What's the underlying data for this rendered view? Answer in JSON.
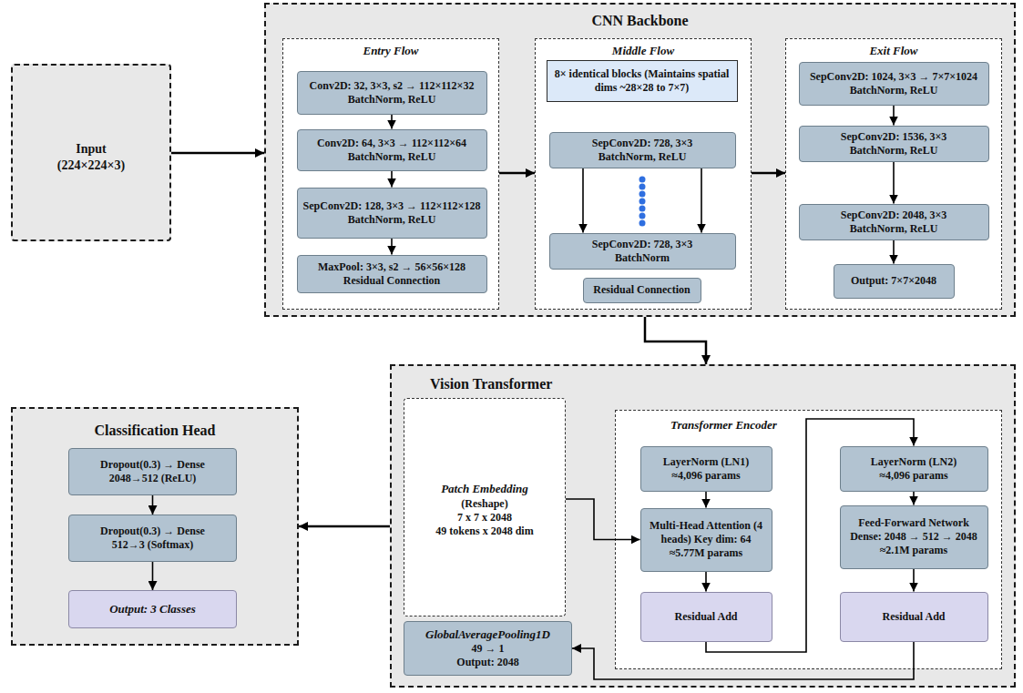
{
  "diagram": {
    "nodes": [
      {
        "text": [
          "Input (224×224×3)"
        ]
      },
      {
        "text": [
          "CNN Backbone"
        ]
      },
      {
        "text": [
          "Entry Flow"
        ],
        "in": 1
      },
      {
        "text": [
          "Conv2D: 32, 3×3, s2 → 112×112×32 BatchNorm, ReLU"
        ],
        "in": 2
      },
      {
        "text": [
          "Conv2D: 64, 3×3 → 112×112×64 BatchNorm, ReLU"
        ],
        "in": 2
      },
      {
        "text": [
          "SepConv2D: 128, 3×3 → 112×112×128 BatchNorm, ReLU"
        ],
        "in": 2
      },
      {
        "text": [
          "MaxPool: 3×3, s2 → 56×56×128 Residual Connection"
        ],
        "in": 2
      },
      {
        "text": [
          "Middle Flow"
        ],
        "in": 1
      },
      {
        "text": [
          "8× identical blocks (Maintains spatial dims ~28×28 to 7×7)"
        ],
        "in": 7
      },
      {
        "text": [
          "SepConv2D: 728, 3×3 BatchNorm, ReLU"
        ],
        "in": 7
      },
      {
        "text": [
          "SepConv2D: 728, 3×3 BatchNorm"
        ],
        "in": 7
      },
      {
        "text": [
          "Residual Connection"
        ],
        "in": 7
      },
      {
        "text": [
          "Exit Flow"
        ],
        "in": 1
      },
      {
        "text": [
          "SepConv2D: 1024, 3×3 → 7×7×1024 BatchNorm, ReLU"
        ],
        "in": 12
      },
      {
        "text": [
          "SepConv2D: 1536, 3×3 BatchNorm, ReLU"
        ],
        "in": 12
      },
      {
        "text": [
          "SepConv2D: 2048, 3×3 BatchNorm, ReLU"
        ],
        "in": 12
      },
      {
        "text": [
          "Output: 7×7×2048"
        ],
        "in": 12
      },
      {
        "text": [
          "Vision Transformer"
        ]
      },
      {
        "text": [
          "Patch Embedding",
          "(Reshape)",
          "7 x 7 x 2048",
          "49 tokens x 2048 dim"
        ],
        "in": 17
      },
      {
        "text": [
          "Transformer Encoder"
        ],
        "in": 17
      },
      {
        "text": [
          "LayerNorm (LN1) ≈4,096 params"
        ],
        "in": 19
      },
      {
        "text": [
          "Multi-Head Attention (4 heads) Key dim: 64 ≈5.77M params"
        ],
        "in": 19
      },
      {
        "text": [
          "Residual Add"
        ],
        "in": 19
      },
      {
        "text": [
          "LayerNorm (LN2) ≈4,096 params"
        ],
        "in": 19
      },
      {
        "text": [
          "Feed-Forward Network Dense: 2048 → 512 → 2048 ≈2.1M params"
        ],
        "in": 19
      },
      {
        "text": [
          "Residual Add"
        ],
        "in": 19
      },
      {
        "text": [
          "GlobalAveragePooling1D",
          "49 → 1",
          "Output: 2048"
        ],
        "in": 17
      },
      {
        "text": [
          "Classification Head"
        ]
      },
      {
        "text": [
          "Dropout(0.3) → Dense 2048→512 (ReLU)"
        ],
        "in": 27
      },
      {
        "text": [
          "Dropout(0.3) → Dense 512→3 (Softmax)"
        ],
        "in": 27
      },
      {
        "text": [
          "Output: 3 Classes"
        ],
        "in": 27
      }
    ],
    "edges": [
      {
        "from": 0,
        "to": 1,
        "arrow": "to"
      },
      {
        "from": 2,
        "to": 7,
        "arrow": "to"
      },
      {
        "from": 7,
        "to": 12,
        "arrow": "to"
      },
      {
        "from": 3,
        "to": 4,
        "arrow": "to"
      },
      {
        "from": 4,
        "to": 5,
        "arrow": "to"
      },
      {
        "from": 5,
        "to": 6,
        "arrow": "to"
      },
      {
        "from": 9,
        "to": 10,
        "arrow": "to"
      },
      {
        "from": 9,
        "to": 10,
        "arrow": "to"
      },
      {
        "from": 13,
        "to": 14,
        "arrow": "to"
      },
      {
        "from": 14,
        "to": 15,
        "arrow": "to"
      },
      {
        "from": 15,
        "to": 16,
        "arrow": "to"
      },
      {
        "from": 1,
        "to": 17,
        "arrow": "to"
      },
      {
        "from": 18,
        "to": 21,
        "arrow": "to"
      },
      {
        "from": 20,
        "to": 21,
        "arrow": "to"
      },
      {
        "from": 21,
        "to": 22,
        "arrow": "to"
      },
      {
        "from": 22,
        "to": 23,
        "arrow": "to"
      },
      {
        "from": 23,
        "to": 24,
        "arrow": "to"
      },
      {
        "from": 24,
        "to": 25,
        "arrow": "to"
      },
      {
        "from": 25,
        "to": 26,
        "arrow": "to"
      },
      {
        "from": 17,
        "to": 27,
        "arrow": "to"
      },
      {
        "from": 28,
        "to": 29,
        "arrow": "to"
      },
      {
        "from": 29,
        "to": 30,
        "arrow": "to"
      }
    ]
  }
}
